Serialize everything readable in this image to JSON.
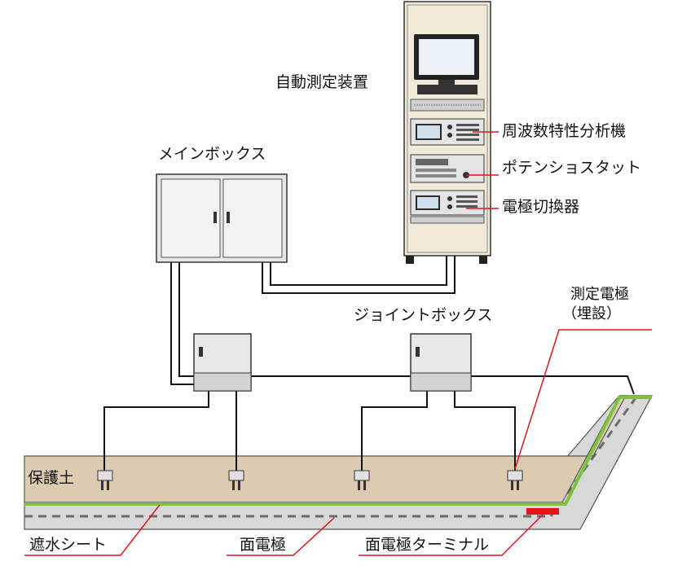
{
  "labels": {
    "auto_measure": "自動測定装置",
    "main_box": "メインボックス",
    "fra": "周波数特性分析機",
    "potentiostat": "ポテンショスタット",
    "switcher": "電極切換器",
    "joint_box": "ジョイントボックス",
    "measure_electrode_1": "測定電極",
    "measure_electrode_2": "（埋設）",
    "soil": "保護土",
    "waterproof_sheet": "遮水シート",
    "surface_electrode": "面電極",
    "surface_terminal": "面電極ターミナル"
  },
  "colors": {
    "soil": "#dccbb0",
    "sheet": "#7cc23a",
    "terminal": "#e3141b",
    "leader": "#e3141b",
    "cabinet": "#f1ead9",
    "box": "#e8e8e8",
    "line": "#111111"
  }
}
